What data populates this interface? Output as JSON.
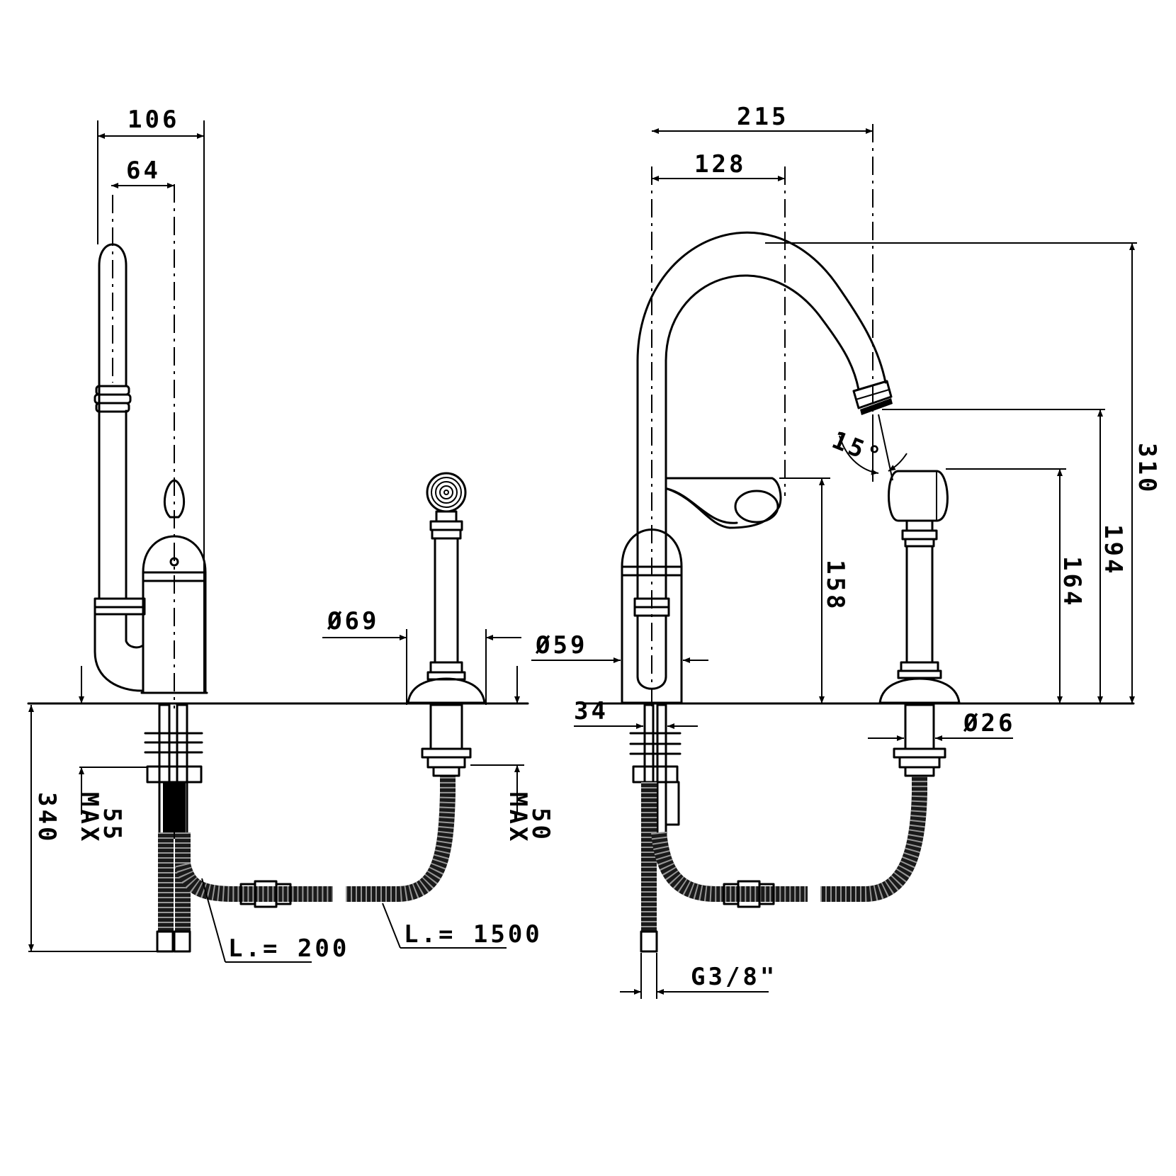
{
  "dimensions": {
    "d106": "106",
    "d64": "64",
    "d215": "215",
    "d128": "128",
    "d310": "310",
    "d194": "194",
    "d164": "164",
    "d158": "158",
    "d15deg": "15°",
    "dia69": "Ø69",
    "dia59": "Ø59",
    "dia26": "Ø26",
    "d34": "34",
    "d340": "340",
    "d55max_num": "55",
    "d55max_label": "MAX",
    "d50max_num": "50",
    "d50max_label": "MAX",
    "hose200": "L.= 200",
    "hose1500": "L.= 1500",
    "thread": "G3/8\""
  }
}
